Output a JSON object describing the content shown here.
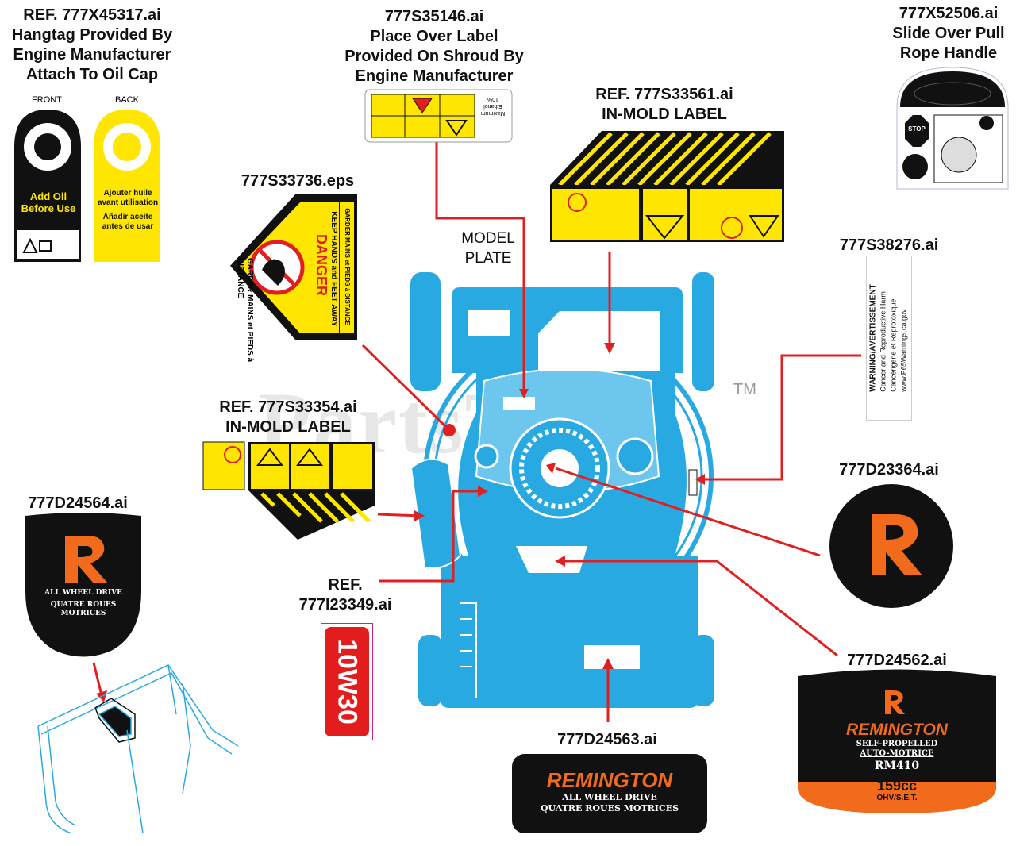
{
  "labels": {
    "hangtag": [
      "REF. 777X45317.ai",
      "Hangtag Provided By",
      "Engine Manufacturer",
      "Attach To Oil Cap"
    ],
    "shroud": [
      "777S35146.ai",
      "Place Over Label",
      "Provided On Shroud By",
      "Engine Manufacturer"
    ],
    "pull_rope": [
      "777X52506.ai",
      "Slide Over Pull",
      "Rope Handle"
    ],
    "inmold_top": [
      "REF. 777S33561.ai",
      "IN-MOLD LABEL"
    ],
    "danger_ref": "777S33736.eps",
    "prop65_ref": "777S38276.ai",
    "inmold_left": [
      "REF. 777S33354.ai",
      "IN-MOLD LABEL"
    ],
    "logo_left_ref": "777D24564.ai",
    "logo_right_ref": "777D23364.ai",
    "oil_ref": [
      "REF.",
      "777I23349.ai"
    ],
    "bottom_ref": "777D24563.ai",
    "right_badge_ref": "777D24562.ai",
    "model_plate": [
      "MODEL",
      "PLATE"
    ]
  },
  "hangtag": {
    "front": "FRONT",
    "back": "BACK",
    "front_text": [
      "Add Oil",
      "Before Use"
    ],
    "back_text": [
      "Ajouter huile",
      "avant utilisation",
      "Añadir aceite",
      "antes de usar"
    ]
  },
  "danger": {
    "title": "DANGER",
    "sub": "KEEP HANDS and FEET AWAY",
    "fr": "GARDER MAINS et PIEDS à DISTANCE"
  },
  "prop65": {
    "lines": [
      "WARNING/AVERTISSEMENT",
      "Cancer and Reproductive Harm",
      "Cancérigène et Reprotoxique",
      "www.P65Warnings.ca.gov"
    ]
  },
  "oil_label": "10W30",
  "pull_rope_stop": "STOP",
  "shroud_small": [
    "Maximum",
    "Ethanol",
    "10%"
  ],
  "badge_left": {
    "line1": "ALL WHEEL DRIVE",
    "line2": "QUATRE ROUES",
    "line3": "MOTRICES"
  },
  "badge_bottom": {
    "brand": "REMINGTON",
    "line1": "ALL WHEEL DRIVE",
    "line2": "QUATRE ROUES MOTRICES"
  },
  "badge_right": {
    "brand": "REMINGTON",
    "line1": "SELF-PROPELLED",
    "line2": "AUTO-MOTRICE",
    "model": "RM410",
    "cc": "159cc",
    "engine": "OHV/S.E.T."
  },
  "watermark": "PartsTree",
  "trademark": "TM",
  "colors": {
    "mower": "#29a9e1",
    "arrow": "#e02020",
    "yellow": "#ffe600",
    "orange": "#f26a1b",
    "black": "#111111"
  }
}
